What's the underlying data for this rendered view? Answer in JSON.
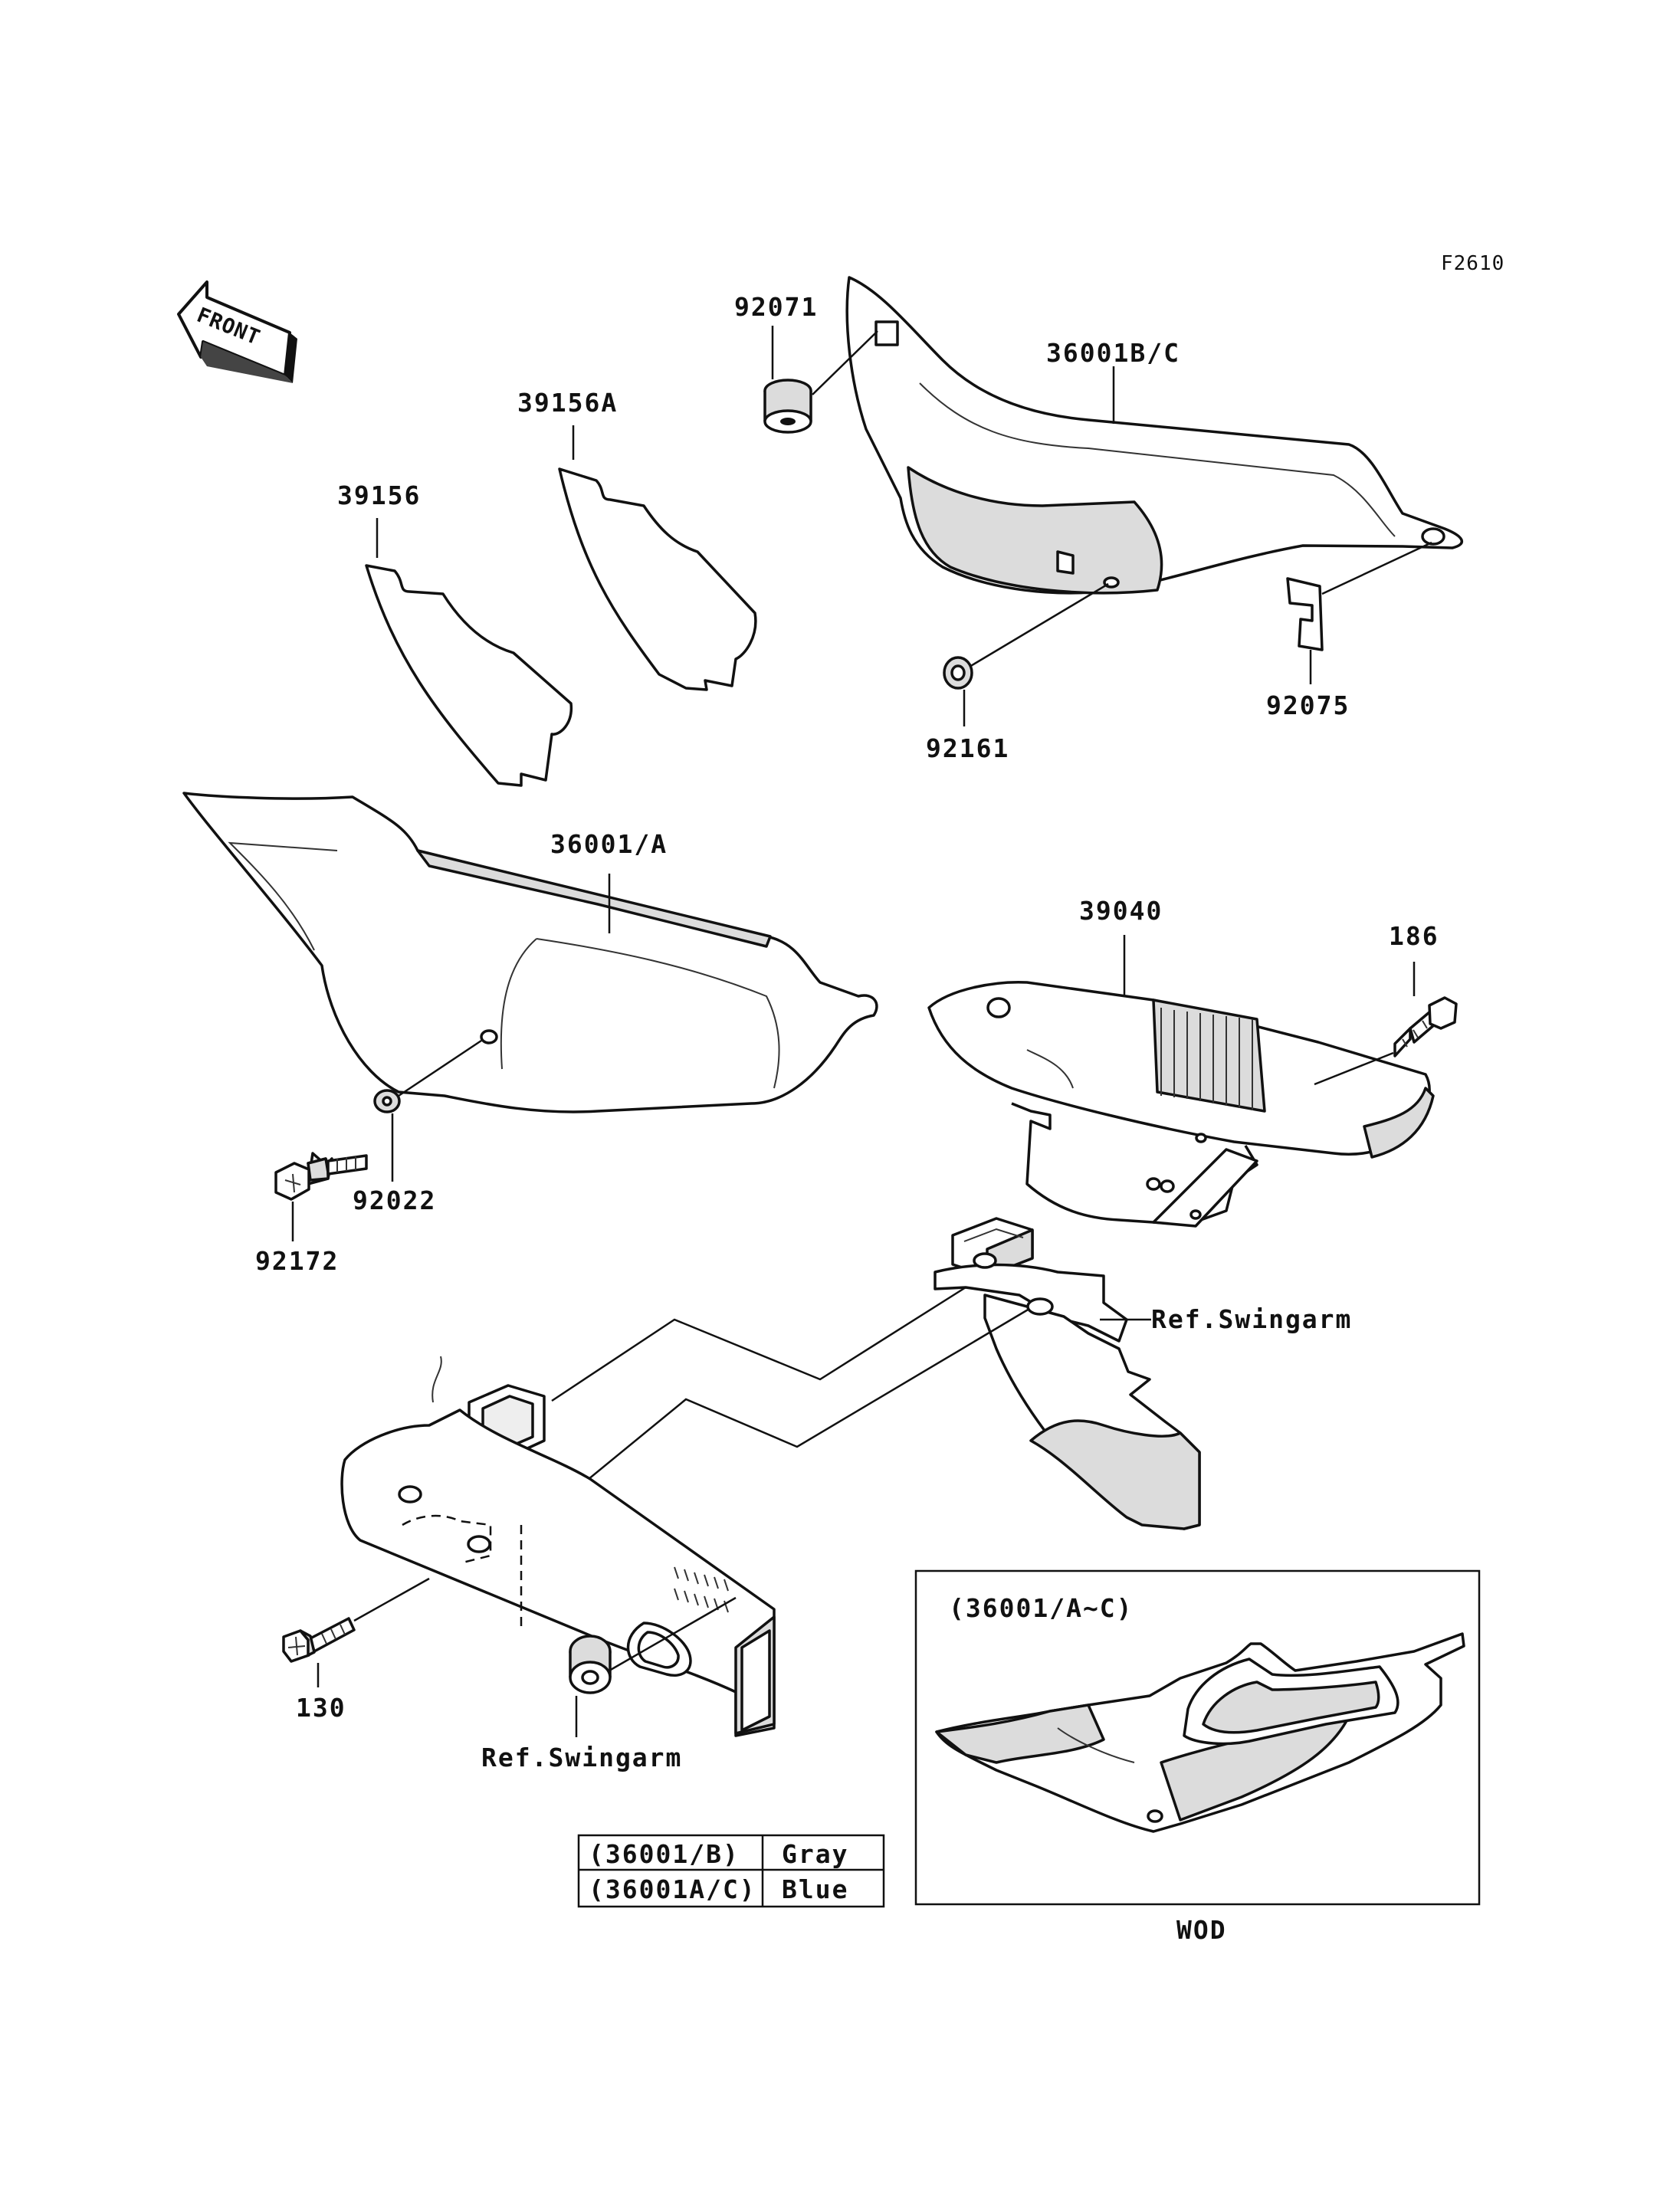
{
  "figure_code": "F2610",
  "front_label": "FRONT",
  "parts": {
    "p92071": "92071",
    "p36001BC": "36001B/C",
    "p39156A": "39156A",
    "p39156": "39156",
    "p92161": "92161",
    "p92075": "92075",
    "p36001A": "36001/A",
    "p39040": "39040",
    "p186": "186",
    "p92022": "92022",
    "p92172": "92172",
    "p130": "130"
  },
  "references": {
    "swingarm_right": "Ref.Swingarm",
    "swingarm_bottom": "Ref.Swingarm"
  },
  "color_table": {
    "rows": [
      {
        "part": "(36001/B)",
        "color": "Gray"
      },
      {
        "part": "(36001A/C)",
        "color": "Blue"
      }
    ]
  },
  "inset": {
    "title": "(36001/A~C)",
    "caption": "WOD"
  }
}
